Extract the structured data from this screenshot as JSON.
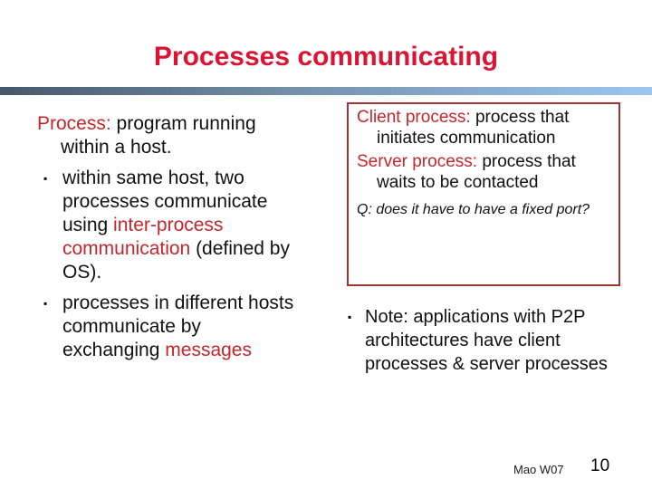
{
  "slide": {
    "title": "Processes communicating",
    "footer": {
      "credit": "Mao W07",
      "page_number": "10"
    }
  },
  "icons": {
    "bullet": "▪"
  },
  "colors": {
    "title_red": "#dc1433",
    "body_red": "#c5262b",
    "box_border": "#9e3434",
    "bar_left": "#45586b",
    "bar_right": "#9cc6f0",
    "text": "#111111"
  },
  "left_column": {
    "definition": {
      "term": "Process:",
      "text": " program running within a host."
    },
    "bullets": [
      {
        "pre": "within same host, two processes communicate using ",
        "highlight": "inter-process communication",
        "post": " (defined by OS)."
      },
      {
        "pre": "processes in different hosts communicate by exchanging ",
        "highlight": "messages",
        "post": ""
      }
    ]
  },
  "definition_box": {
    "entries": [
      {
        "term": "Client process:",
        "text": " process that initiates communication"
      },
      {
        "term": "Server process:",
        "text": " process that waits to be contacted"
      }
    ],
    "question": {
      "prefix": "Q: ",
      "text": "does it have to have a fixed port?"
    }
  },
  "note": {
    "text": "Note: applications with P2P architectures have client processes & server processes"
  }
}
